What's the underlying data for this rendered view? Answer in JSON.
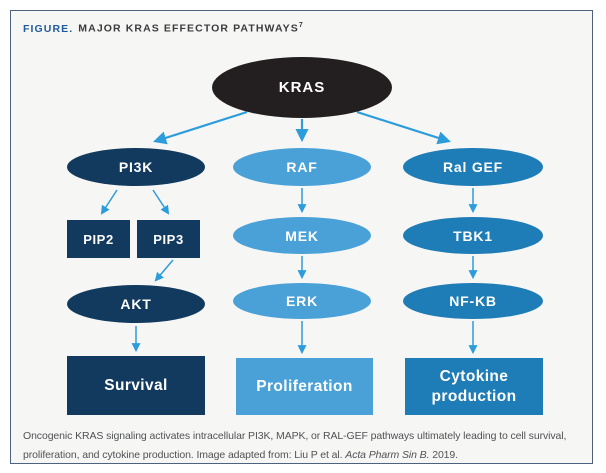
{
  "header": {
    "label": "FIGURE.",
    "title": "MAJOR KRAS EFFECTOR PATHWAYS",
    "reference": "7"
  },
  "diagram": {
    "nodes": {
      "kras": "KRAS",
      "pi3k": "PI3K",
      "raf": "RAF",
      "ralgef": "Ral GEF",
      "pip2": "PIP2",
      "pip3": "PIP3",
      "mek": "MEK",
      "tbk1": "TBK1",
      "akt": "AKT",
      "erk": "ERK",
      "nfkb": "NF-KB",
      "survival": "Survival",
      "proliferation": "Proliferation",
      "cytokine": "Cytokine production"
    },
    "edges": [
      "KRAS→PI3K",
      "KRAS→RAF",
      "KRAS→Ral GEF",
      "PI3K→PIP2",
      "PI3K→PIP3",
      "PIP3→AKT",
      "AKT→Survival",
      "RAF→MEK",
      "MEK→ERK",
      "ERK→Proliferation",
      "Ral GEF→TBK1",
      "TBK1→NF-KB",
      "NF-KB→Cytokine production"
    ],
    "colors": {
      "kras_fill": "#231f20",
      "pi3k_pathway_fill": "#123a5f",
      "mapk_pathway_fill": "#4aa1d8",
      "ralgef_pathway_fill": "#1e7cb6",
      "arrow": "#2d9cdb",
      "node_text": "#ffffff",
      "title_label": "#1e5a9c"
    }
  },
  "caption": {
    "body": "Oncogenic KRAS signaling activates intracellular PI3K, MAPK, or RAL-GEF pathways ultimately leading to cell survival, proliferation, and cytokine production. Image adapted from: Liu P et al. ",
    "citation_italic": "Acta Pharm Sin B.",
    "citation_year": " 2019."
  }
}
